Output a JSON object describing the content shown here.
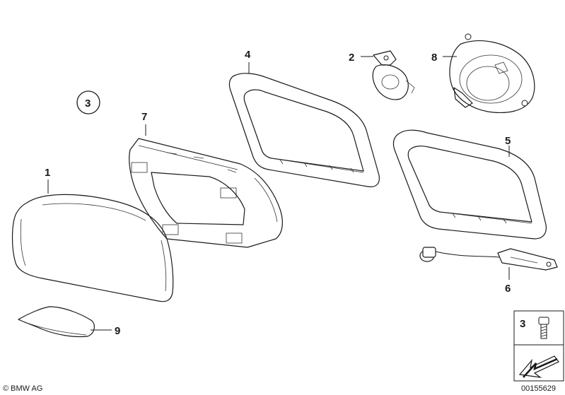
{
  "diagram": {
    "callouts": [
      {
        "id": "1",
        "label": "1"
      },
      {
        "id": "2",
        "label": "2"
      },
      {
        "id": "3",
        "label": "3"
      },
      {
        "id": "4",
        "label": "4"
      },
      {
        "id": "5",
        "label": "5"
      },
      {
        "id": "6",
        "label": "6"
      },
      {
        "id": "7",
        "label": "7"
      },
      {
        "id": "8",
        "label": "8"
      },
      {
        "id": "9",
        "label": "9"
      }
    ],
    "legend_box": {
      "label": "3"
    },
    "copyright": "© BMW AG",
    "drawing_number": "00155629"
  }
}
